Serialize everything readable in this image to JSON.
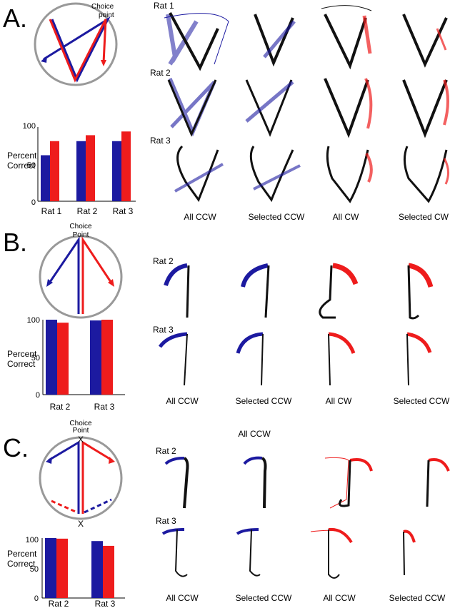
{
  "colors": {
    "blue": "#1c1aa0",
    "red": "#ee1c1c",
    "gray": "#999999",
    "black": "#111111"
  },
  "panels": [
    {
      "letter": "A.",
      "maze_label": [
        "Choice",
        "point"
      ],
      "ylabel": [
        "Percent",
        "Correct"
      ],
      "yticks": [
        "0",
        "50",
        "100"
      ],
      "chart_data": {
        "type": "bar",
        "categories": [
          "Rat 1",
          "Rat 2",
          "Rat 3"
        ],
        "ylim": [
          0,
          100
        ],
        "ylabel": "Percent Correct",
        "series": [
          {
            "color": "#1c1aa0",
            "values": [
              62,
              81,
              81
            ]
          },
          {
            "color": "#ee1c1c",
            "values": [
              81,
              89,
              94
            ]
          }
        ]
      },
      "row_labels": [
        "Rat 1",
        "Rat 2",
        "Rat 3"
      ],
      "col_labels": [
        "All CCW",
        "Selected CCW",
        "All CW",
        "Selected CW"
      ],
      "title": ""
    },
    {
      "letter": "B.",
      "maze_label": [
        "Choice",
        "Point"
      ],
      "ylabel": [
        "Percent",
        "Correct"
      ],
      "yticks": [
        "0",
        "50",
        "100"
      ],
      "chart_data": {
        "type": "bar",
        "categories": [
          "Rat 2",
          "Rat 3"
        ],
        "ylim": [
          0,
          100
        ],
        "ylabel": "Percent Correct",
        "series": [
          {
            "color": "#1c1aa0",
            "values": [
              100,
              99
            ]
          },
          {
            "color": "#ee1c1c",
            "values": [
              96,
              100
            ]
          }
        ]
      },
      "row_labels": [
        "Rat 2",
        "Rat 3"
      ],
      "col_labels": [
        "All CCW",
        "Selected CCW",
        "All CW",
        "Selected CCW"
      ],
      "title": ""
    },
    {
      "letter": "C.",
      "maze_label": [
        "Choice",
        "Point"
      ],
      "maze_marks": [
        "X",
        "X"
      ],
      "ylabel": [
        "Percent",
        "Correct"
      ],
      "yticks": [
        "0",
        "50",
        "100"
      ],
      "chart_data": {
        "type": "bar",
        "categories": [
          "Rat 2",
          "Rat 3"
        ],
        "ylim": [
          0,
          100
        ],
        "ylabel": "Percent Correct",
        "series": [
          {
            "color": "#1c1aa0",
            "values": [
              100,
              95
            ]
          },
          {
            "color": "#ee1c1c",
            "values": [
              99,
              87
            ]
          }
        ]
      },
      "row_labels": [
        "Rat 2",
        "Rat 3"
      ],
      "col_labels": [
        "All CCW",
        "Selected CCW",
        "All CCW",
        "Selected CCW"
      ],
      "title": "All CCW"
    }
  ]
}
